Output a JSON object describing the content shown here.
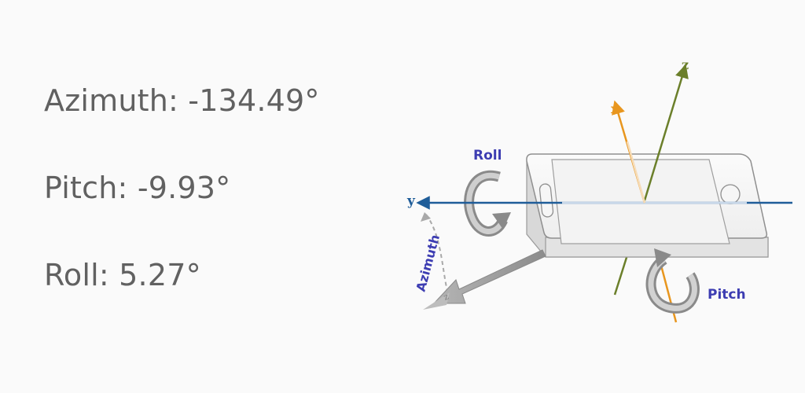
{
  "readings": {
    "azimuth": {
      "label": "Azimuth",
      "value": "-134.49°"
    },
    "pitch": {
      "label": "Pitch",
      "value": "-9.93°"
    },
    "roll": {
      "label": "Roll",
      "value": "5.27°"
    }
  },
  "diagram": {
    "axes": {
      "x": "x",
      "y": "y",
      "z": "z"
    },
    "rotations": {
      "roll": "Roll",
      "pitch": "Pitch",
      "azimuth": "Azimuth"
    },
    "colors": {
      "x_axis": "#e8961e",
      "y_axis": "#1f5d99",
      "z_axis": "#6b7f2a",
      "rotation_label": "#3d3db2",
      "rotation_arrow": "#9e9e9e"
    }
  }
}
